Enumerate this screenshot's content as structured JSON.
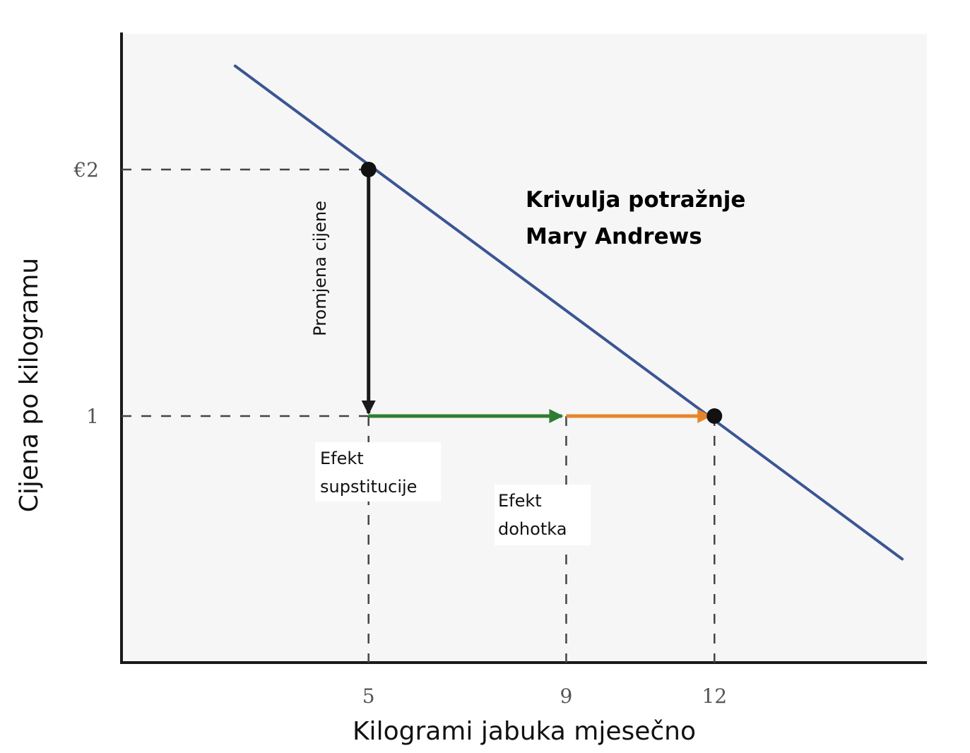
{
  "chart_data": {
    "type": "line",
    "title": "",
    "xlabel": "Kilogrami jabuka mjesečno",
    "ylabel": "Cijena po kilogramu",
    "xlim": [
      0,
      16.3
    ],
    "ylim": [
      0,
      2.55
    ],
    "grid": false,
    "x_ticks": [
      {
        "value": 5,
        "label": "5"
      },
      {
        "value": 9,
        "label": "9"
      },
      {
        "value": 12,
        "label": "12"
      }
    ],
    "y_ticks": [
      {
        "value": 2,
        "label": "€2"
      },
      {
        "value": 1,
        "label": "1"
      }
    ],
    "series": [
      {
        "name": "Krivulja potražnje Mary Andrews",
        "color": "#3b5594",
        "points": [
          [
            2.3,
            2.42
          ],
          [
            15.8,
            0.42
          ]
        ]
      }
    ],
    "highlight_points": [
      [
        5,
        2
      ],
      [
        12,
        1
      ]
    ],
    "arrows": [
      {
        "from": [
          5,
          2
        ],
        "to": [
          5,
          1
        ],
        "color": "#1a1a1a",
        "label": "Promjena cijene"
      },
      {
        "from": [
          5,
          1
        ],
        "to": [
          9,
          1
        ],
        "color": "#2e7d32",
        "label": "Efekt supstitucije"
      },
      {
        "from": [
          9,
          1
        ],
        "to": [
          12,
          1
        ],
        "color": "#e8852b",
        "label": "Efekt dohotka"
      }
    ],
    "annotations": {
      "curve_label_line1": "Krivulja potražnje",
      "curve_label_line2": "Mary Andrews",
      "price_change": "Promjena cijene",
      "substitution_line1": "Efekt",
      "substitution_line2": "supstitucije",
      "income_line1": "Efekt",
      "income_line2": "dohotka"
    }
  }
}
